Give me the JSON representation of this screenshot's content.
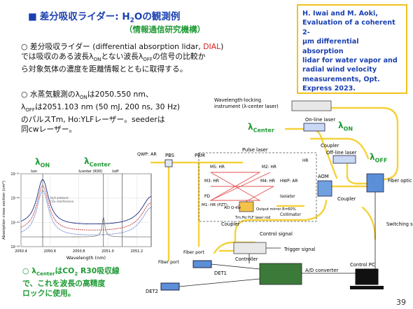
{
  "slide": {
    "title_main": "差分吸収ライダー: H",
    "title_sub2": "2",
    "title_tail": "Oの観測例",
    "subtitle": "（情報通信研究機構）",
    "page_number": "39",
    "colors": {
      "title_blue": "#1a3fb0",
      "accent_green": "#1f9a34",
      "dial_red": "#d81e1e",
      "ref_border": "#f2c31c",
      "beam_yellow": "#f5d23a"
    }
  },
  "reference": {
    "lines": [
      "H. Iwai and M. Aoki,",
      "Evaluation of a coherent 2-",
      "μm differential absorption",
      "lidar for water vapor and",
      "radial wind velocity",
      "measurements, Opt.",
      "Express 2023."
    ]
  },
  "paragraph1": {
    "line1_a": "○ 差分吸収ライダー (differential absorption lidar, ",
    "line1_red": "DIAL",
    "line1_b": ")",
    "line2_a": "では吸収のある波長λ",
    "line2_sub": "ON",
    "line2_b": "とない波長λ",
    "line2_sub2": "OFF",
    "line2_c": "の信号の比較か",
    "line3": "ら対象気体の濃度を距離情報とともに取得する。"
  },
  "paragraph2": {
    "line1_a": "○ 水蒸気観測のλ",
    "line1_sub": "ON",
    "line1_b": "は2050.550 nm、",
    "line2_a": "λ",
    "line2_sub": "OFF",
    "line2_b": "は2051.103 nm (50 mJ, 200 ns, 30 Hz)",
    "line3": "のパルスTm, Ho:YLFレーザー。seederは",
    "line4": "同cwレーザー。"
  },
  "footnote": {
    "line1_a": "○ λ",
    "line1_sub": "Center",
    "line1_b": "はCO",
    "line1_sub2": "2",
    "line1_c": " R30吸収線",
    "line2": "で、これを波長の高精度",
    "line3": "ロックに使用。"
  },
  "lambda_labels": {
    "on_left": "λ",
    "on_left_sub": "ON",
    "center_left": "λ",
    "center_left_sub": "Center",
    "center_right": "λ",
    "center_right_sub": "Center",
    "on_right": "λ",
    "on_right_sub": "ON",
    "off_right": "λ",
    "off_right_sub": "OFF"
  },
  "diagram": {
    "wavelength_locking": "Wavelength-locking",
    "instrument": "instrument (λ-center laser)",
    "online_laser": "On-line laser",
    "offline_laser": "Off-line laser",
    "coupler_top": "Coupler",
    "coupler_mid": "Coupler",
    "coupler_left": "Coupler",
    "fiber_optic_switch": "Fiber optic switch",
    "aom": "AOM",
    "pulse_laser": "Pulse laser",
    "qwp": "QWP: AR",
    "pbs": "PBS",
    "prm": "PRM",
    "m5": "M5: HR",
    "m2": "M2: HR",
    "m3": "M3: HR",
    "m4": "M4: HR",
    "m1": "M1: HR (PZT)",
    "pd": "PD",
    "ao_q_sw": "AO Q-sw",
    "tm_ho": "Tm,Ho:YLF laser rod",
    "output_mirror": "Output mirror R=60%",
    "hwp": "HWP: AR",
    "isolator": "Isolator",
    "collimator": "Collimator",
    "control_signal": "Control signal",
    "controller": "Controller",
    "trigger_signal": "Trigger signal",
    "switching_signal": "Switching signal",
    "fiber_port_left": "Fiber port",
    "fiber_port_right": "Fiber port",
    "det1": "DET1",
    "det2": "DET2",
    "ad_converter": "A/D converter",
    "control_pc": "Control PC",
    "hr": "HR"
  },
  "chart_data": {
    "type": "line",
    "title": "",
    "xlabel": "Wavelength (nm)",
    "ylabel": "Absorption cross section (cm²)",
    "xlim": [
      2050.4,
      2051.3
    ],
    "ylim_log": [
      -24,
      -21
    ],
    "xticks": [
      "2050.4",
      "2050.6",
      "2050.8",
      "2051.0",
      "2051.2"
    ],
    "yticks": [
      "10⁻²¹",
      "10⁻²²",
      "10⁻²³",
      "10⁻²⁴"
    ],
    "top_labels": [
      "λon",
      "λcenter (R30)",
      "λoff"
    ],
    "legend": [
      "H₂O ambient",
      "CO₂ interference"
    ],
    "line_positions": {
      "on": 2050.55,
      "center": 2050.97,
      "off": 2051.1
    }
  }
}
